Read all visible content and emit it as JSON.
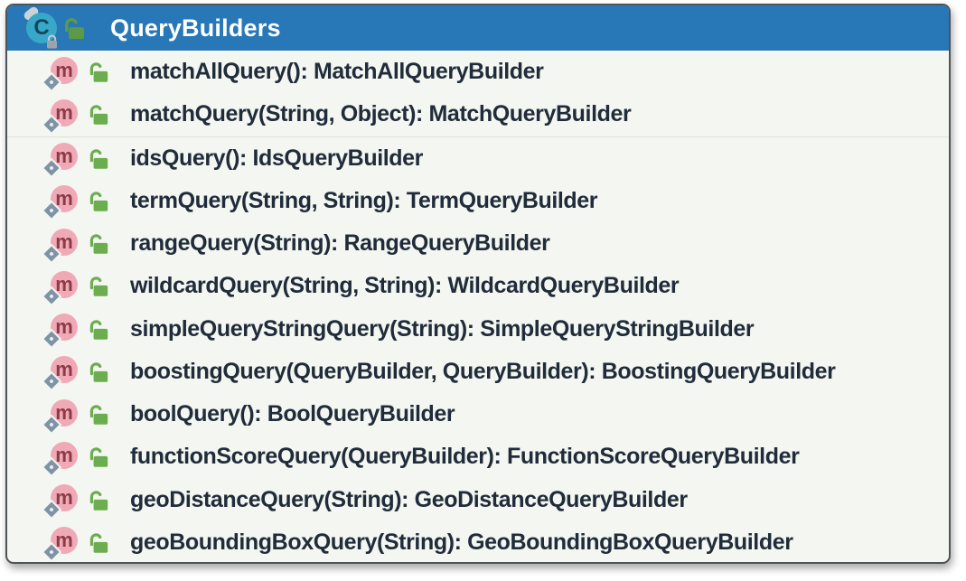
{
  "panel": {
    "title": "QueryBuilders",
    "separator_after_index": 1,
    "methods": [
      {
        "label": "matchAllQuery(): MatchAllQueryBuilder"
      },
      {
        "label": "matchQuery(String, Object): MatchQueryBuilder"
      },
      {
        "label": "idsQuery(): IdsQueryBuilder"
      },
      {
        "label": "termQuery(String, String): TermQueryBuilder"
      },
      {
        "label": "rangeQuery(String): RangeQueryBuilder"
      },
      {
        "label": "wildcardQuery(String, String): WildcardQueryBuilder"
      },
      {
        "label": "simpleQueryStringQuery(String): SimpleQueryStringBuilder"
      },
      {
        "label": "boostingQuery(QueryBuilder, QueryBuilder): BoostingQueryBuilder"
      },
      {
        "label": "boolQuery(): BoolQueryBuilder"
      },
      {
        "label": "functionScoreQuery(QueryBuilder): FunctionScoreQueryBuilder"
      },
      {
        "label": "geoDistanceQuery(String): GeoDistanceQueryBuilder"
      },
      {
        "label": "geoBoundingBoxQuery(String): GeoBoundingBoxQueryBuilder"
      }
    ]
  },
  "icons": {
    "class_icon_letter": "C",
    "method_icon_letter": "m",
    "visibility_icon": "open-lock-public"
  },
  "colors": {
    "header_bg": "#2878b8",
    "body_bg": "#f4f6f1",
    "method_text": "#202c3a",
    "method_circle": "#f0a9b7",
    "method_letter": "#8a3b46",
    "public_lock_green": "#6bad4f",
    "class_circle_teal": "#38a8c8",
    "title_text": "#ffffff"
  }
}
